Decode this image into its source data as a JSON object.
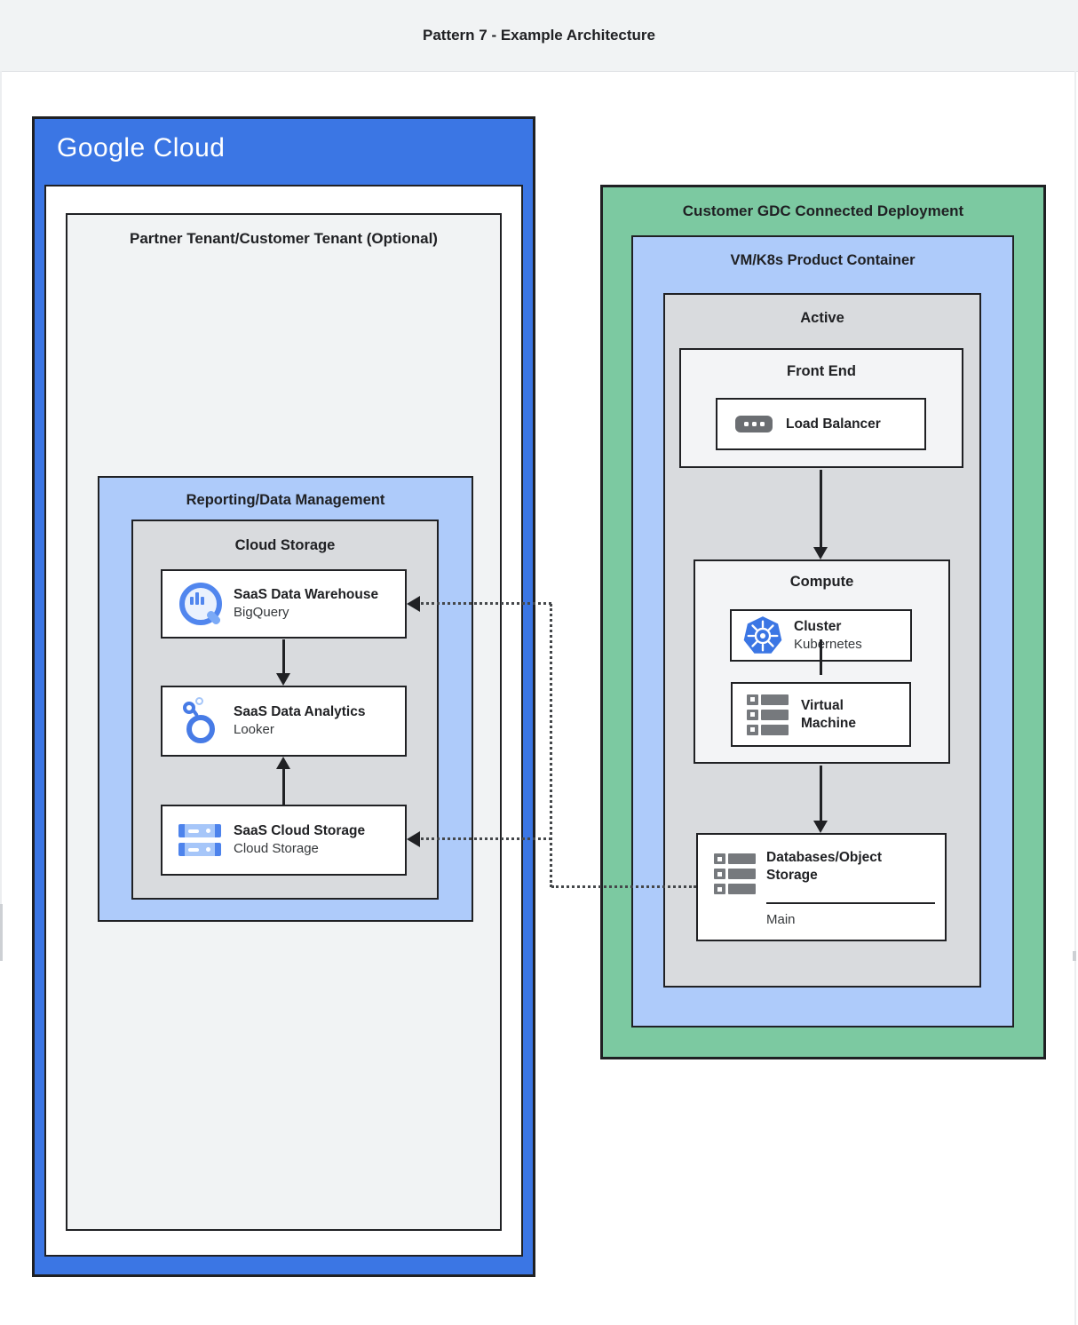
{
  "page": {
    "title": "Pattern 7 - Example Architecture"
  },
  "colors": {
    "google_blue": "#3B76E4",
    "container_light_blue": "#AECBFA",
    "gdc_green": "#7CC9A1",
    "inner_gray": "#D9DBDE",
    "panel_light_gray": "#F1F3F4",
    "border_dark": "#202124",
    "icon_blue": "#5186EE",
    "icon_gray": "#76797D"
  },
  "google_cloud": {
    "logo_text": "Google Cloud",
    "partner_tenant_label": "Partner Tenant/Customer Tenant (Optional)",
    "reporting_label": "Reporting/Data Management",
    "cloud_storage_label": "Cloud Storage",
    "cards": [
      {
        "title": "SaaS Data Warehouse",
        "subtitle": "BigQuery",
        "icon": "bigquery-icon"
      },
      {
        "title": "SaaS Data Analytics",
        "subtitle": "Looker",
        "icon": "looker-icon"
      },
      {
        "title": "SaaS Cloud Storage",
        "subtitle": "Cloud Storage",
        "icon": "cloud-storage-icon"
      }
    ]
  },
  "gdc": {
    "label": "Customer GDC Connected Deployment",
    "vmk8s_label": "VM/K8s Product Container",
    "active_label": "Active",
    "front_end_label": "Front End",
    "load_balancer": {
      "title": "Load Balancer",
      "icon": "load-balancer-icon"
    },
    "compute_label": "Compute",
    "cluster": {
      "title": "Cluster",
      "subtitle": "Kubernetes",
      "icon": "kubernetes-icon"
    },
    "virtual_machine": {
      "title": "Virtual Machine",
      "icon": "virtual-machine-icon"
    },
    "databases": {
      "title": "Databases/Object Storage",
      "section_label": "Main",
      "icon": "database-storage-icon"
    }
  }
}
